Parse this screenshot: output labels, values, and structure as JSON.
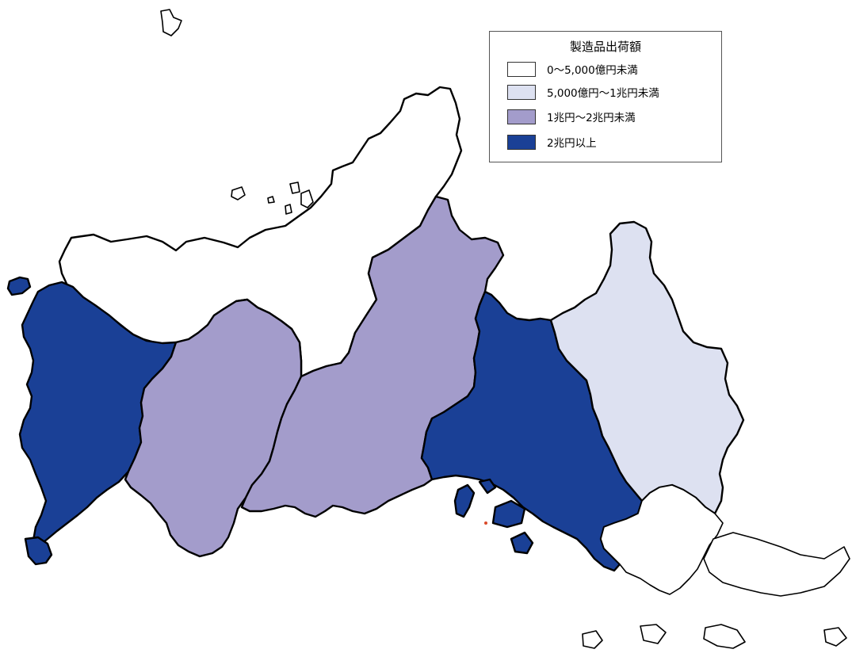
{
  "legend": {
    "title": "製造品出荷額",
    "items": [
      {
        "label": "0〜5,000億円未満",
        "color": "#ffffff"
      },
      {
        "label": "5,000億円〜1兆円未満",
        "color": "#dde1f1"
      },
      {
        "label": "1兆円〜2兆円未満",
        "color": "#a39ccb"
      },
      {
        "label": "2兆円以上",
        "color": "#1a4096"
      }
    ]
  },
  "regions": [
    {
      "name": "region-west-coast",
      "class": 3
    },
    {
      "name": "region-west-central",
      "class": 2
    },
    {
      "name": "region-north-white",
      "class": 0
    },
    {
      "name": "region-central",
      "class": 2
    },
    {
      "name": "region-east-south",
      "class": 3
    },
    {
      "name": "region-east-north",
      "class": 1
    }
  ]
}
